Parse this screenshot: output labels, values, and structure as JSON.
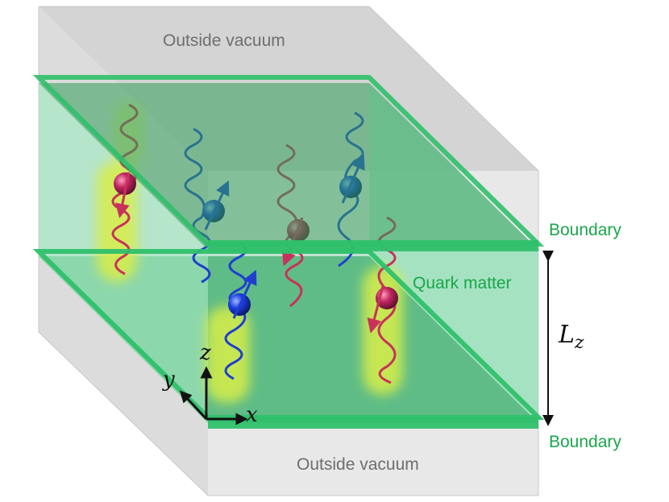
{
  "labels": {
    "outside_top": "Outside vacuum",
    "outside_bottom": "Outside vacuum",
    "boundary_top": "Boundary",
    "boundary_bottom": "Boundary",
    "quark_matter": "Quark matter",
    "lz_main": "L",
    "lz_sub": "z"
  },
  "axes": {
    "x": "x",
    "y": "y",
    "z": "z"
  },
  "colors": {
    "quark_green": "#1aa64a",
    "vacuum_gray": "#d9d9d9",
    "wave_red": "#c8325a",
    "wave_blue": "#1f3fd0",
    "glow_yellow": "#d8ee4a"
  }
}
